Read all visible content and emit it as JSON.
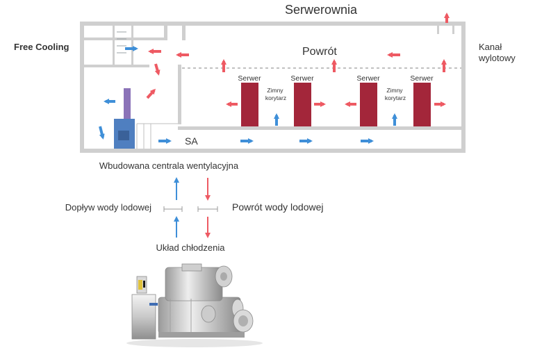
{
  "title": "Serwerownia",
  "labels": {
    "free_cooling": "Free Cooling",
    "exhaust_line1": "Kanał",
    "exhaust_line2": "wylotowy",
    "return": "Powrót",
    "server": "Serwer",
    "cold_aisle_line1": "Zimny",
    "cold_aisle_line2": "korytarz",
    "supply_air": "SA",
    "ahu": "Wbudowana centrala wentylacyjna",
    "chilled_supply": "Dopływ wody lodowej",
    "chilled_return": "Powrót wody lodowej",
    "cooling_system": "Układ chłodzenia"
  },
  "colors": {
    "hot": "#ee5a63",
    "cold": "#3f8fd8",
    "wall": "#cfcfcf",
    "server": "#a3263a",
    "text": "#333333"
  }
}
